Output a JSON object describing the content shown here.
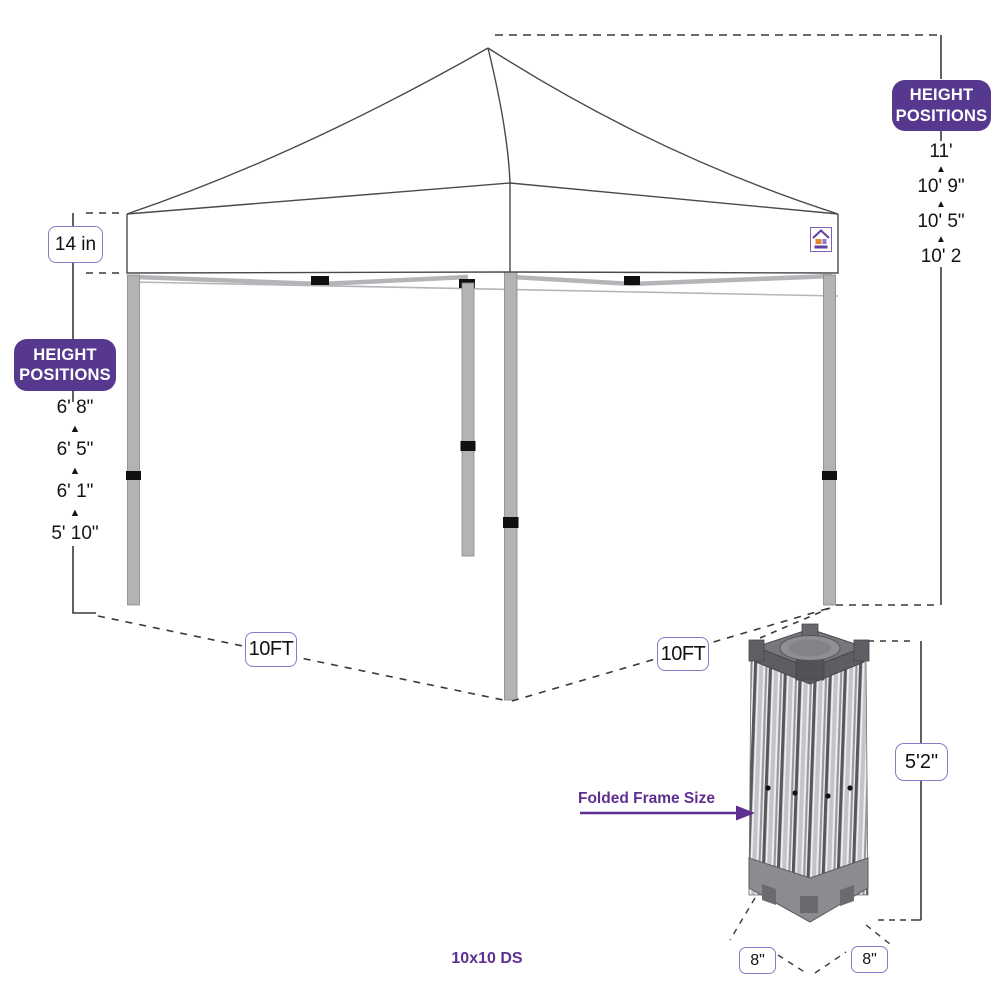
{
  "title": "10x10 canopy dimensions diagram",
  "colors": {
    "badge_purple": "#57388f",
    "accent_purple": "#5e2f91",
    "box_border_purple": "#8a79c8",
    "leg_gray": "#b3b3b6",
    "line_dark": "#3a3a3a"
  },
  "triangle_glyph": "▲",
  "height_positions_right": {
    "title": {
      "line1": "HEIGHT",
      "line2": "POSITIONS"
    },
    "values": [
      "11'",
      "10' 9\"",
      "10' 5\"",
      "10' 2"
    ]
  },
  "height_positions_left": {
    "title": {
      "line1": "HEIGHT",
      "line2": "POSITIONS"
    },
    "values": [
      "6' 8\"",
      "6' 5\"",
      "6' 1\"",
      "5' 10\""
    ]
  },
  "valance": {
    "height_label": "14 in"
  },
  "footprint": {
    "left_label": "10FT",
    "right_label": "10FT"
  },
  "folded_frame": {
    "label": "Folded Frame Size",
    "height_label": "5'2\"",
    "base_left_label": "8\"",
    "base_right_label": "8\""
  },
  "footer": {
    "model": "10x10 DS"
  }
}
